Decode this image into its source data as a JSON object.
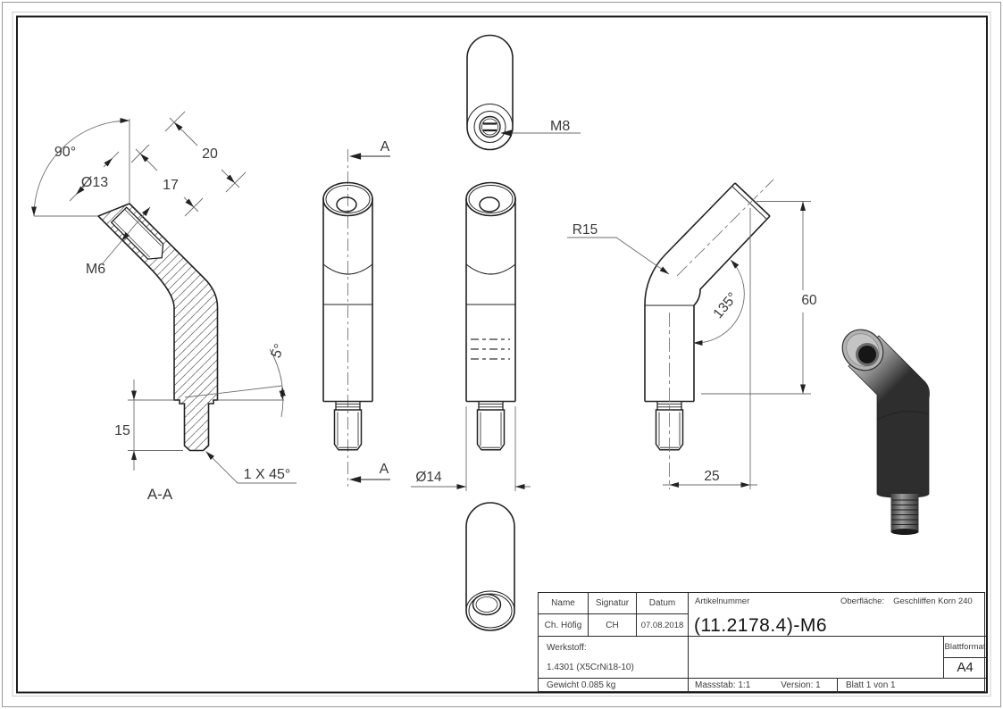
{
  "drawing_labels": {
    "angle_90": "90°",
    "length_20": "20",
    "dia_13": "Ø13",
    "length_17": "17",
    "thread_m6": "M6",
    "angle_5": "5°",
    "length_15": "15",
    "chamfer_1x45": "1 X 45°",
    "section_aa": "A-A",
    "section_a": "A",
    "thread_m8": "M8",
    "dia_14": "Ø14",
    "radius_15": "R15",
    "angle_135": "135°",
    "length_60": "60",
    "length_25": "25"
  },
  "title_block": {
    "name_label": "Name",
    "signatur_label": "Signatur",
    "datum_label": "Datum",
    "name": "Ch. Höfig",
    "signatur": "CH",
    "datum": "07.08.2018",
    "artikelnummer_label": "Artikelnummer",
    "artikelnummer": "(11.2178.4)-M6",
    "oberflaeche_label": "Oberfläche:",
    "oberflaeche": "Geschliffen Korn 240",
    "werkstoff_label": "Werkstoff:",
    "werkstoff": "1.4301 (X5CrNi18-10)",
    "gewicht": "Gewicht 0.085 kg",
    "massstab": "Massstab: 1:1",
    "version": "Version: 1",
    "blatt": "Blatt 1 von 1",
    "blattformat_label": "Blattformat",
    "blattformat": "A4"
  }
}
